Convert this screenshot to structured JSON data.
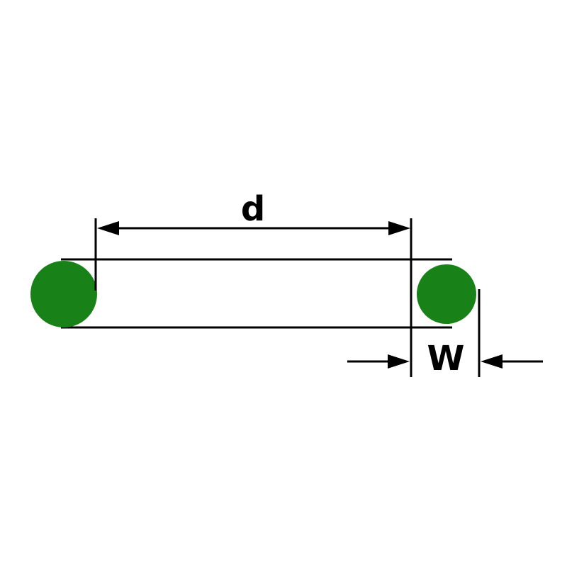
{
  "diagram": {
    "type": "technical-dimension-diagram",
    "subject": "O-ring side view with dimension callouts",
    "labels": {
      "inner_diameter": "d",
      "cross_section_width": "W"
    },
    "colors": {
      "ring_fill": "#188218",
      "line": "#000000",
      "background": "#ffffff"
    }
  }
}
